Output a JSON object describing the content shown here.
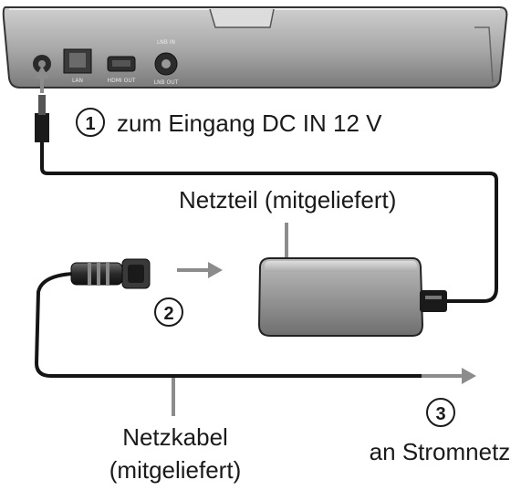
{
  "device": {
    "port_labels": [
      "LAN",
      "HDMI OUT",
      "LNB IN",
      "LNB OUT"
    ]
  },
  "steps": [
    {
      "number": "1",
      "label": "zum Eingang DC IN 12 V"
    },
    {
      "number": "2",
      "label": ""
    },
    {
      "number": "3",
      "label": "an Stromnetz"
    }
  ],
  "adapter": {
    "label": "Netzteil (mitgeliefert)"
  },
  "power_cable": {
    "label_line1": "Netzkabel",
    "label_line2": "(mitgeliefert)"
  }
}
